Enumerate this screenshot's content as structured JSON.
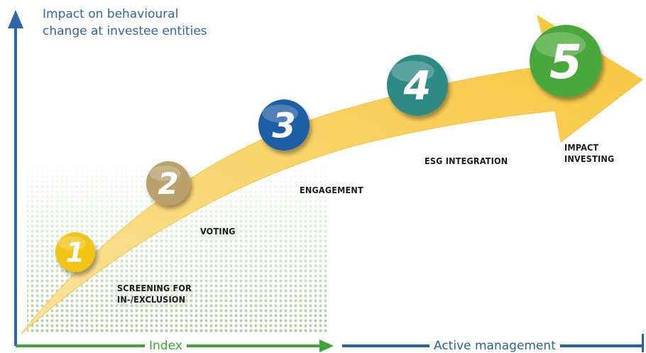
{
  "y_axis_title": [
    "Impact on behavioural",
    "change at investee entities"
  ],
  "steps": [
    {
      "number": "1",
      "label_lines": [
        "SCREENING FOR",
        "IN-/EXCLUSION"
      ],
      "color": "#f2c416"
    },
    {
      "number": "2",
      "label_lines": [
        "VOTING"
      ],
      "color": "#b8a16a"
    },
    {
      "number": "3",
      "label_lines": [
        "ENGAGEMENT"
      ],
      "color": "#1f5ea5"
    },
    {
      "number": "4",
      "label_lines": [
        "ESG INTEGRATION"
      ],
      "color": "#2e8a84"
    },
    {
      "number": "5",
      "label_lines": [
        "IMPACT",
        "INVESTING"
      ],
      "color": "#4aa83a"
    }
  ],
  "x_axis": {
    "index": {
      "label": "Index",
      "color": "#3ea43a"
    },
    "active": {
      "label": "Active management",
      "color": "#2563a6"
    }
  },
  "colors": {
    "y_axis": "#2f66a8",
    "arrow": "#f7c948",
    "dotted_area": "#9ccf8f"
  }
}
